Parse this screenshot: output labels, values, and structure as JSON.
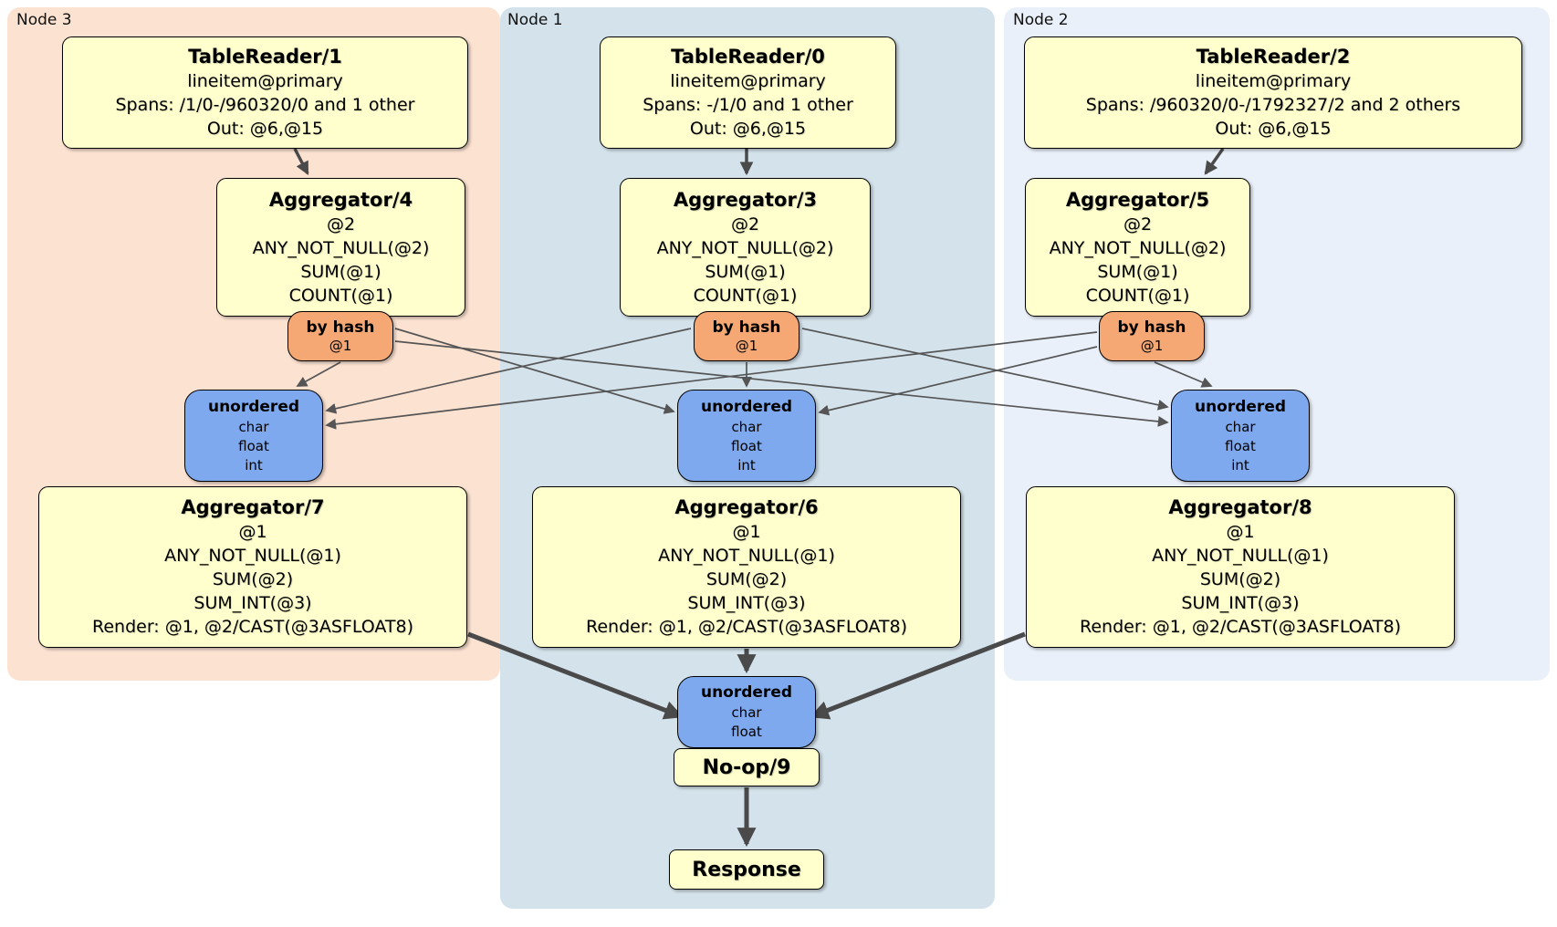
{
  "panels": {
    "node3": {
      "label": "Node 3"
    },
    "node1": {
      "label": "Node 1"
    },
    "node2": {
      "label": "Node 2"
    }
  },
  "operators": {
    "tr1": {
      "title": "TableReader/1",
      "lines": [
        "lineitem@primary",
        "Spans: /1/0-/960320/0 and 1 other",
        "Out: @6,@15"
      ]
    },
    "tr0": {
      "title": "TableReader/0",
      "lines": [
        "lineitem@primary",
        "Spans: -/1/0 and 1 other",
        "Out: @6,@15"
      ]
    },
    "tr2": {
      "title": "TableReader/2",
      "lines": [
        "lineitem@primary",
        "Spans: /960320/0-/1792327/2 and 2 others",
        "Out: @6,@15"
      ]
    },
    "agg4": {
      "title": "Aggregator/4",
      "lines": [
        "@2",
        "ANY_NOT_NULL(@2)",
        "SUM(@1)",
        "COUNT(@1)"
      ]
    },
    "agg3": {
      "title": "Aggregator/3",
      "lines": [
        "@2",
        "ANY_NOT_NULL(@2)",
        "SUM(@1)",
        "COUNT(@1)"
      ]
    },
    "agg5": {
      "title": "Aggregator/5",
      "lines": [
        "@2",
        "ANY_NOT_NULL(@2)",
        "SUM(@1)",
        "COUNT(@1)"
      ]
    },
    "agg7": {
      "title": "Aggregator/7",
      "lines": [
        "@1",
        "ANY_NOT_NULL(@1)",
        "SUM(@2)",
        "SUM_INT(@3)",
        "Render: @1, @2/CAST(@3ASFLOAT8)"
      ]
    },
    "agg6": {
      "title": "Aggregator/6",
      "lines": [
        "@1",
        "ANY_NOT_NULL(@1)",
        "SUM(@2)",
        "SUM_INT(@3)",
        "Render: @1, @2/CAST(@3ASFLOAT8)"
      ]
    },
    "agg8": {
      "title": "Aggregator/8",
      "lines": [
        "@1",
        "ANY_NOT_NULL(@1)",
        "SUM(@2)",
        "SUM_INT(@3)",
        "Render: @1, @2/CAST(@3ASFLOAT8)"
      ]
    },
    "noop": {
      "title": "No-op/9"
    },
    "response": {
      "title": "Response"
    }
  },
  "routers": {
    "left": {
      "title": "by hash",
      "detail": "@1"
    },
    "center": {
      "title": "by hash",
      "detail": "@1"
    },
    "right": {
      "title": "by hash",
      "detail": "@1"
    }
  },
  "syncs": {
    "left": {
      "title": "unordered",
      "items": [
        "char",
        "float",
        "int"
      ]
    },
    "center": {
      "title": "unordered",
      "items": [
        "char",
        "float",
        "int"
      ]
    },
    "right": {
      "title": "unordered",
      "items": [
        "char",
        "float",
        "int"
      ]
    },
    "final": {
      "title": "unordered",
      "items": [
        "char",
        "float"
      ]
    }
  },
  "colors": {
    "panel_node3": "#fce2d1",
    "panel_node1": "#d4e2eb",
    "panel_node2": "#eaf0f9",
    "operator_fill": "#ffffce",
    "router_fill": "#f5a873",
    "sync_fill": "#7fa9ef",
    "edge_thick": "#4a4a4a",
    "edge_thin": "#555555"
  }
}
